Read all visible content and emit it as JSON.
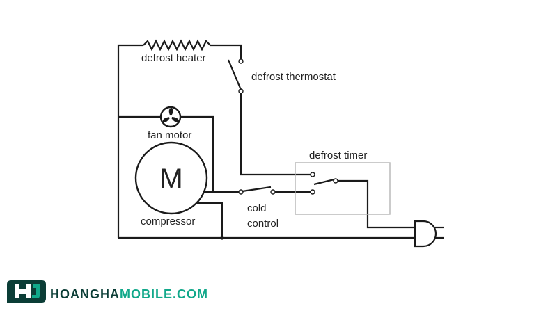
{
  "diagram": {
    "labels": {
      "defrost_heater": "defrost heater",
      "defrost_thermostat": "defrost thermostat",
      "fan_motor": "fan motor",
      "compressor_symbol": "M",
      "compressor": "compressor",
      "cold_control_line1": "cold",
      "cold_control_line2": "control",
      "defrost_timer": "defrost timer"
    }
  },
  "brand": {
    "part_a": "HOANGHA",
    "part_b": "MOBILE.COM",
    "dark_color": "#0b3d36",
    "accent_color": "#11a88a"
  }
}
